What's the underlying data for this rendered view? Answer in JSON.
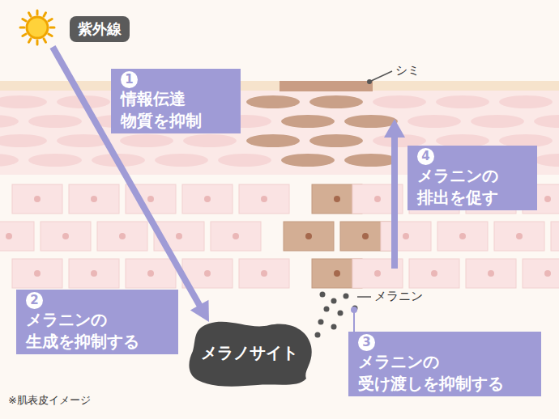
{
  "diagram": {
    "nodes": [
      {
        "text": [
          "紫外線"
        ]
      },
      {
        "text": [
          "1",
          "情報伝達 物質を抑制"
        ]
      },
      {
        "text": [
          "4",
          "メラニンの 排出を促す"
        ]
      },
      {
        "text": [
          "2",
          "メラニンの 生成を抑制する"
        ]
      },
      {
        "text": [
          "メラノサイト"
        ]
      },
      {
        "text": [
          "3",
          "メラニンの 受け渡しを抑制する"
        ]
      }
    ],
    "edges": [
      {
        "from": 0,
        "to": 4,
        "arrow": "to"
      }
    ],
    "labels": [
      "シミ",
      "メラニン",
      "※肌表皮イメージ"
    ]
  }
}
